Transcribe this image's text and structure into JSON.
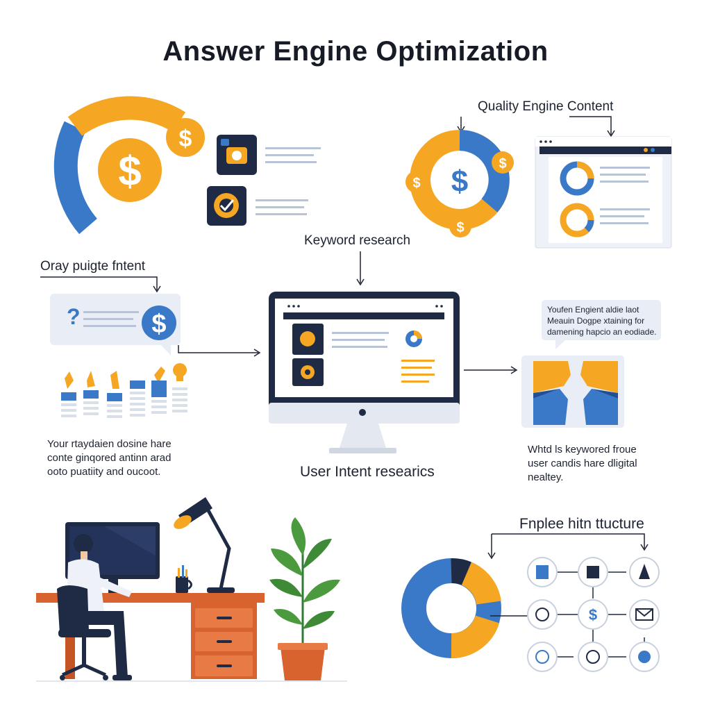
{
  "title": "Answer Engine Optimization",
  "labels": {
    "quality": "Quality Engine Content",
    "keyword": "Keyword research",
    "oray": "Oray puigte fntent",
    "user_intent": "User Intent researics",
    "fnplee": "Fnplee hitn ttucture"
  },
  "texts": {
    "left_para": [
      "Your rtaydaien dosine hare",
      "conte ginqored antinn arad",
      "ooto puatiity and oucoot."
    ],
    "right_callout": [
      "Youfen Engient aldie laot",
      "Meauin Dogpe xtaining for",
      "damening hapcio an eodiade."
    ],
    "right_para": [
      "Whtd ls keywored froue",
      "user candis hare dligital",
      "nealtey."
    ]
  },
  "icons": {
    "question": "?",
    "dollar": "$"
  },
  "colors": {
    "orange": "#f5a623",
    "blue": "#3a78c8",
    "navy": "#1f2a44",
    "light": "#e9edf5",
    "desk": "#d9632e"
  }
}
